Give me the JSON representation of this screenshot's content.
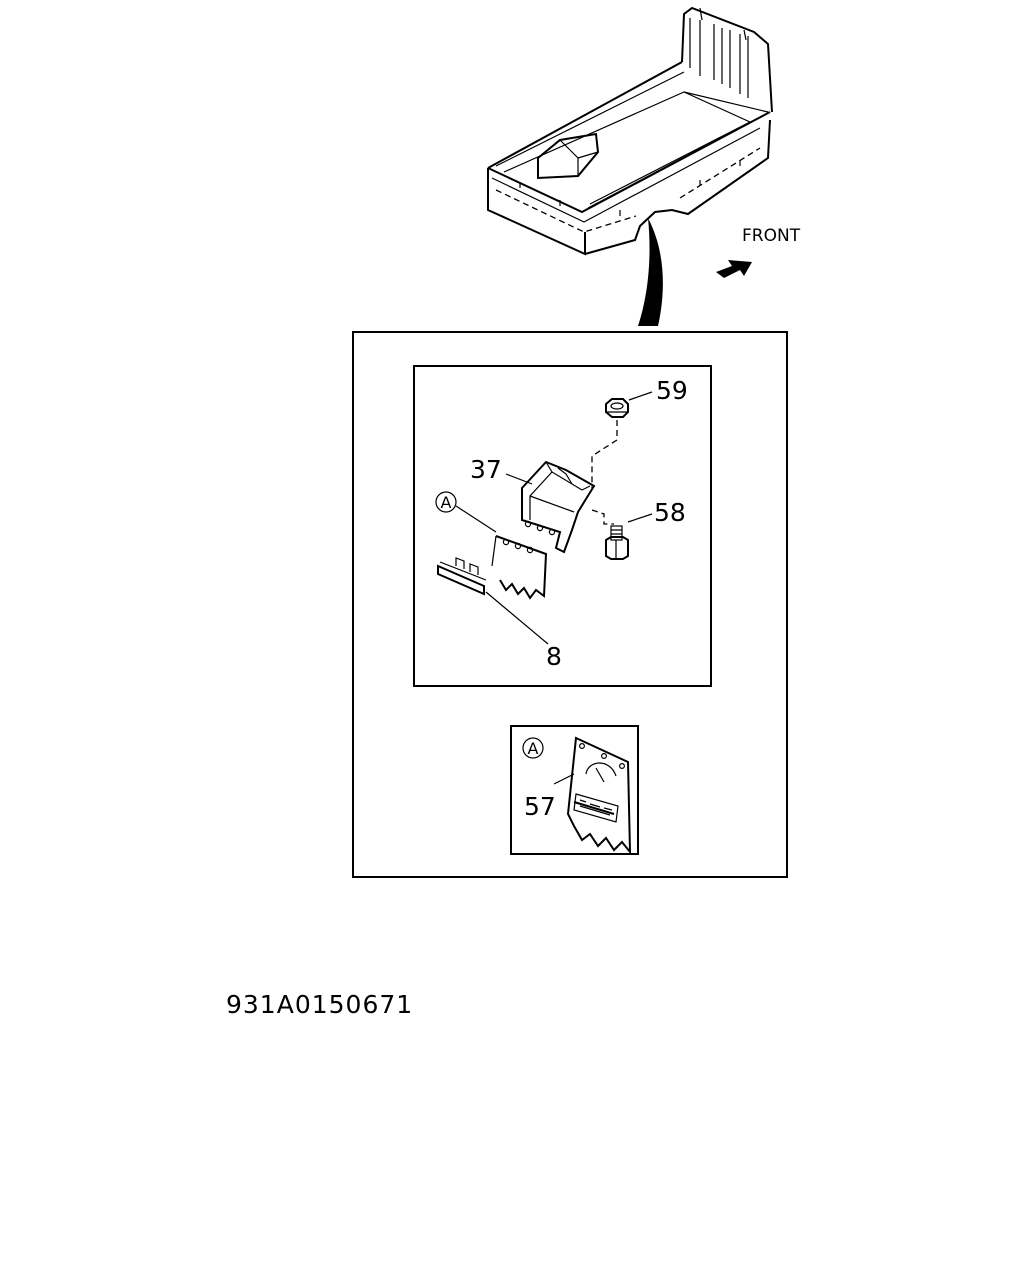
{
  "direction_label": "FRONT",
  "detail_marker": "A",
  "callouts": {
    "flap_bolt": "8",
    "bracket": "37",
    "mud_flap_with_logo": "57",
    "bolt": "58",
    "nut": "59"
  },
  "drawing_code": "931A0150671"
}
